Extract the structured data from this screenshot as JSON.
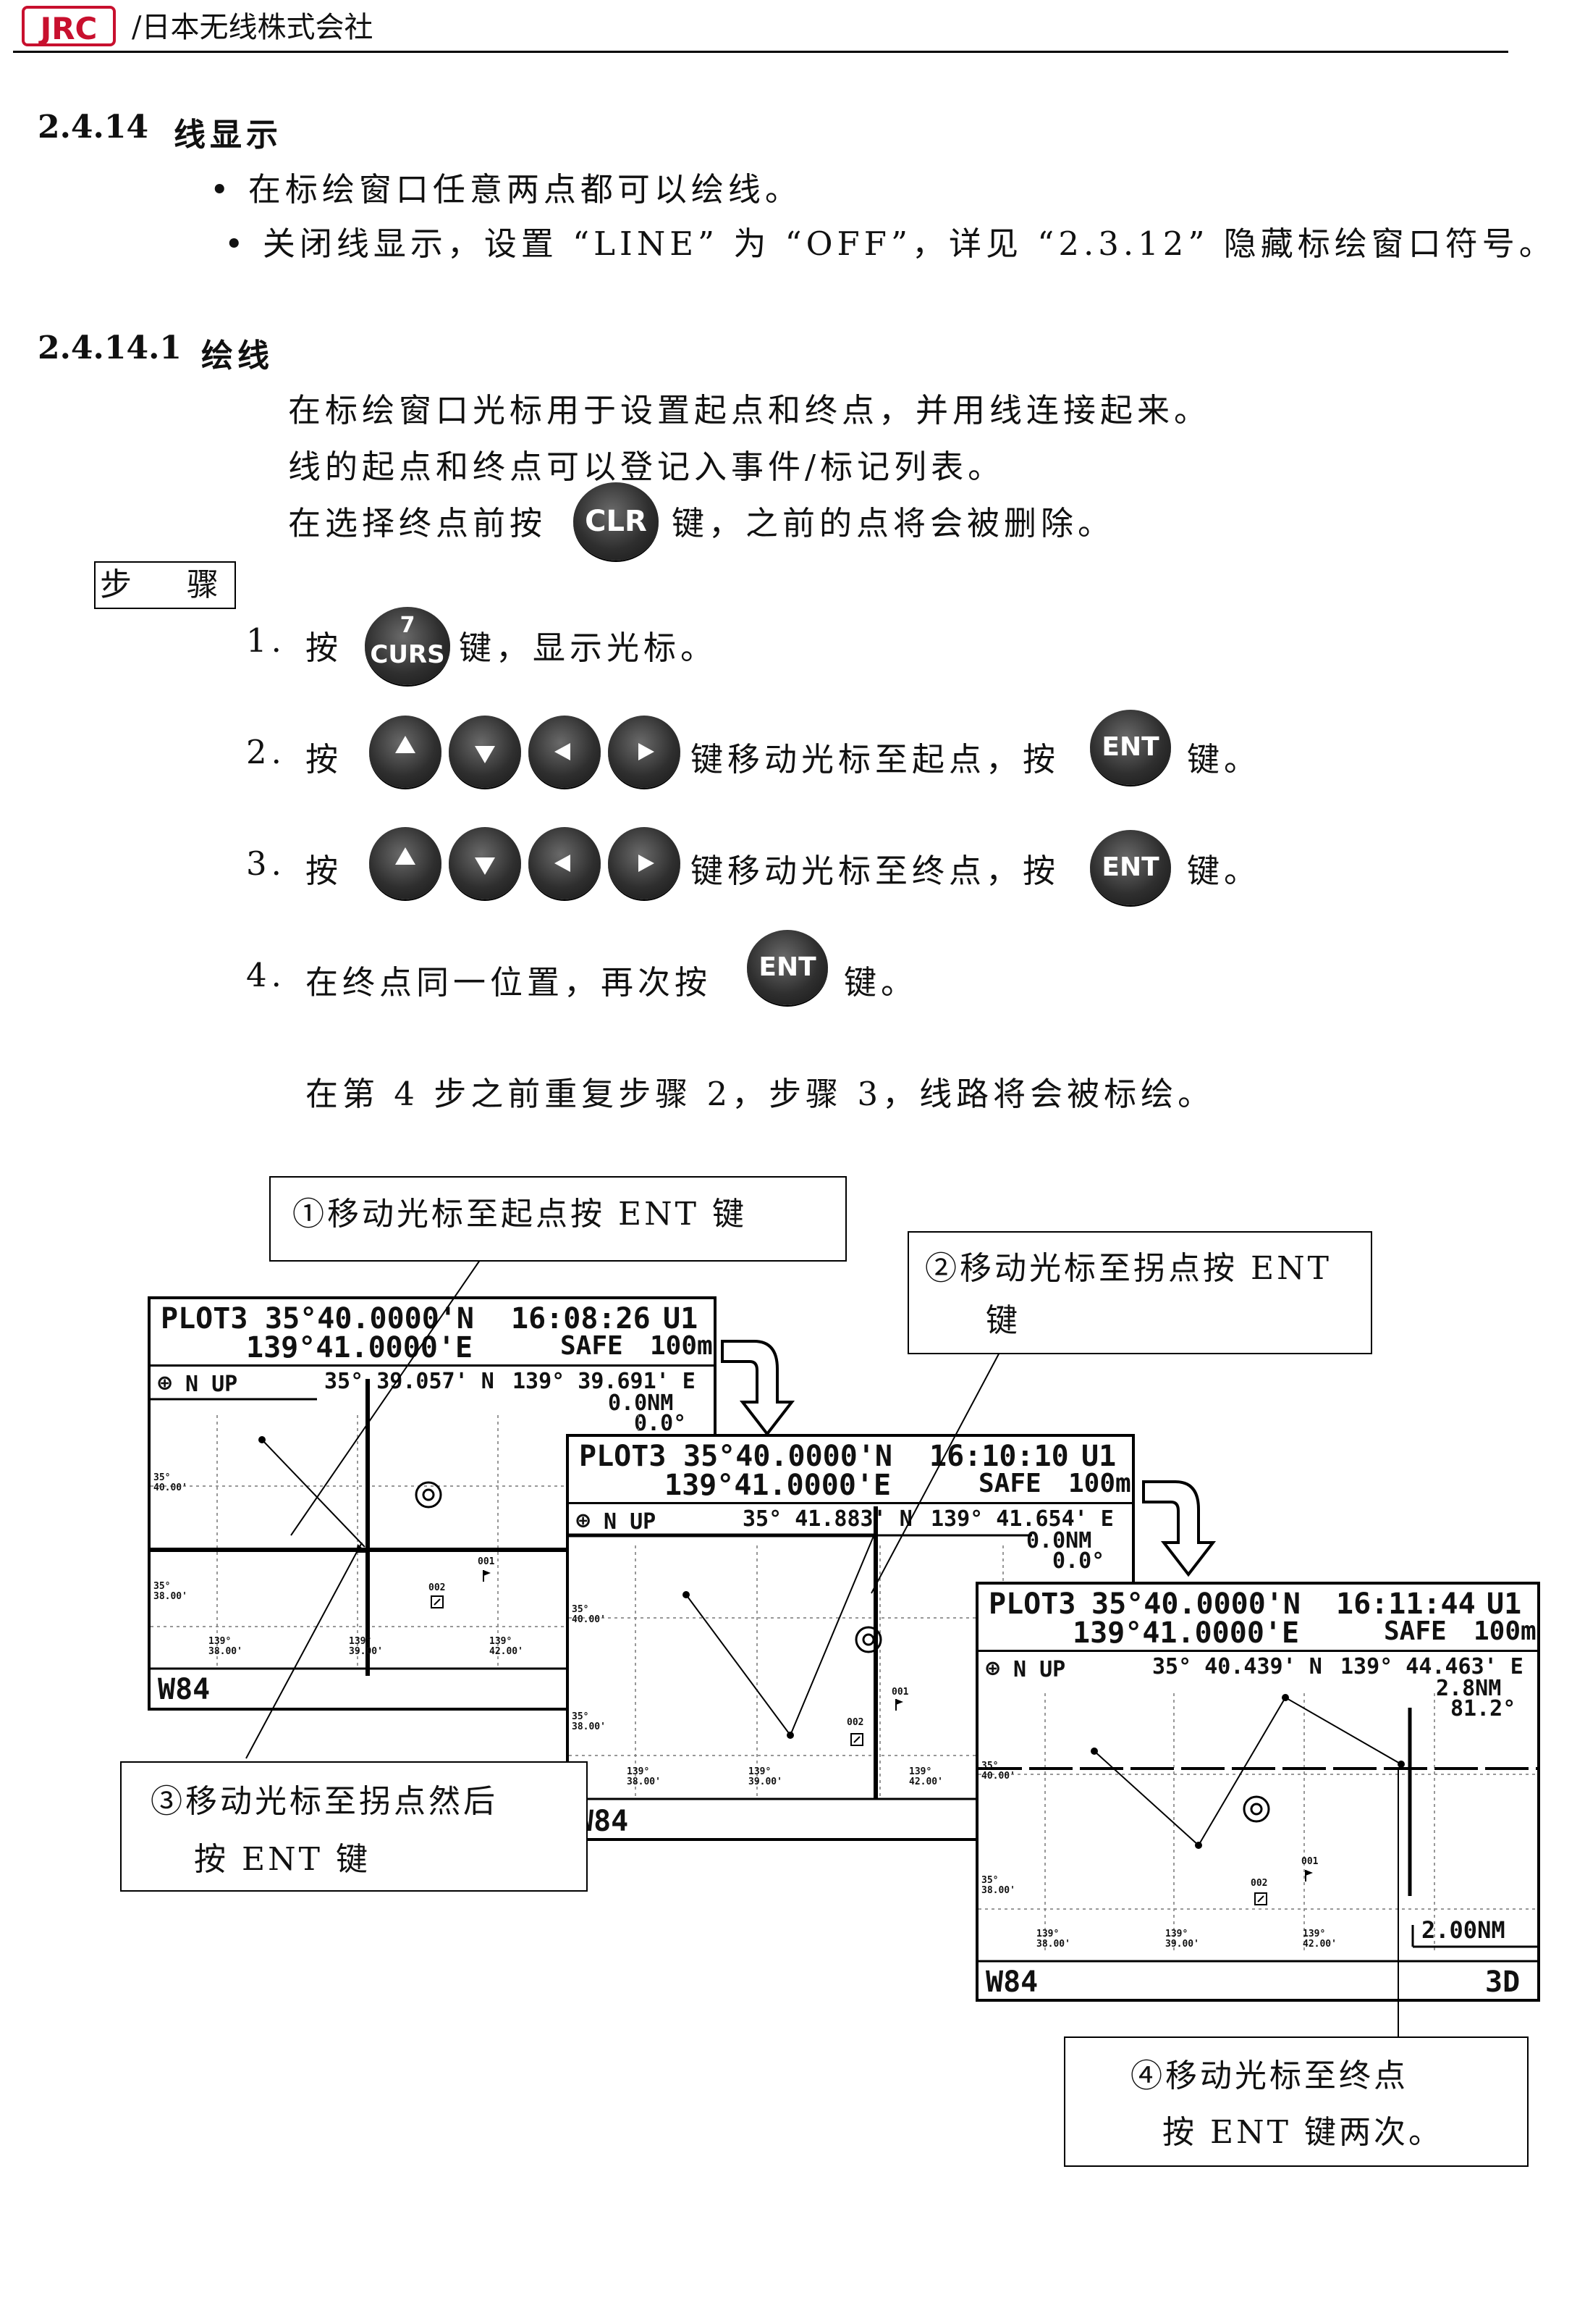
{
  "header": {
    "logo": "JRC",
    "company": "/日本无线株式会社"
  },
  "section": {
    "number": "2.4.14",
    "title": "线显示",
    "bullets": [
      "• 在标绘窗口任意两点都可以绘线。",
      "• 关闭线显示，设置 “LINE” 为 “OFF”，详见 “2.3.12” 隐藏标绘窗口符号。"
    ]
  },
  "subsection": {
    "number": "2.4.14.1",
    "title": "绘线",
    "para1": "在标绘窗口光标用于设置起点和终点，并用线连接起来。",
    "para2": "线的起点和终点可以登记入事件/标记列表。",
    "para3_a": "在选择终点前按",
    "para3_b": "键，之前的点将会被删除。"
  },
  "keys": {
    "clr": "CLR",
    "curs_num": "7",
    "curs": "CURS",
    "ent": "ENT"
  },
  "steps": {
    "label": "步    骤",
    "s1_num": "1.",
    "s1_a": "按",
    "s1_b": "键，显示光标。",
    "s2_num": "2.",
    "s2_a": "按",
    "s2_b": "键移动光标至起点，按",
    "s2_c": "键。",
    "s3_num": "3.",
    "s3_a": "按",
    "s3_b": "键移动光标至终点，按",
    "s3_c": "键。",
    "s4_num": "4.",
    "s4_a": "在终点同一位置，再次按",
    "s4_b": "键。",
    "note": "在第 4 步之前重复步骤 2，步骤 3，线路将会被标绘。"
  },
  "callouts": {
    "c1": "①移动光标至起点按 ENT 键",
    "c2_l1": "②移动光标至拐点按 ENT",
    "c2_l2": "键",
    "c3_l1": "③移动光标至拐点然后",
    "c3_l2": "按 ENT 键",
    "c4_l1": "④移动光标至终点",
    "c4_l2": "按 ENT 键两次。"
  },
  "screens": [
    {
      "title": "PLOT3",
      "lat": "35°40.0000'N",
      "time": "16:08:26",
      "mode": "U1",
      "lon": "139°41.0000'E",
      "safe": "SAFE",
      "range": "100m",
      "orient": "N UP",
      "cur_lat": "35° 39.057' N",
      "cur_lon": "139° 39.691' E",
      "dist": "0.0NM",
      "brg": "0.0°",
      "footer": "W84"
    },
    {
      "title": "PLOT3",
      "lat": "35°40.0000'N",
      "time": "16:10:10",
      "mode": "U1",
      "lon": "139°41.0000'E",
      "safe": "SAFE",
      "range": "100m",
      "orient": "N UP",
      "cur_lat": "35° 41.883' N",
      "cur_lon": "139° 41.654' E",
      "dist": "0.0NM",
      "brg": "0.0°",
      "footer": "W84"
    },
    {
      "title": "PLOT3",
      "lat": "35°40.0000'N",
      "time": "16:11:44",
      "mode": "U1",
      "lon": "139°41.0000'E",
      "safe": "SAFE",
      "range": "100m",
      "orient": "N UP",
      "cur_lat": "35° 40.439' N",
      "cur_lon": "139° 44.463' E",
      "dist": "2.8NM",
      "brg": "81.2°",
      "footer": "W84",
      "scale": "2.00NM",
      "fix": "3D"
    }
  ],
  "grid_labels": {
    "lat_a": "35°",
    "lat_a2": "40.00'",
    "lat_b": "35°",
    "lat_b2": "38.00'",
    "lon_a": "139°",
    "lon_a2": "38.00'",
    "lon_b": "139°",
    "lon_b2": "39.00'",
    "lon_c": "139°",
    "lon_c2": "42.00'",
    "wp1": "001",
    "wp2": "002"
  }
}
